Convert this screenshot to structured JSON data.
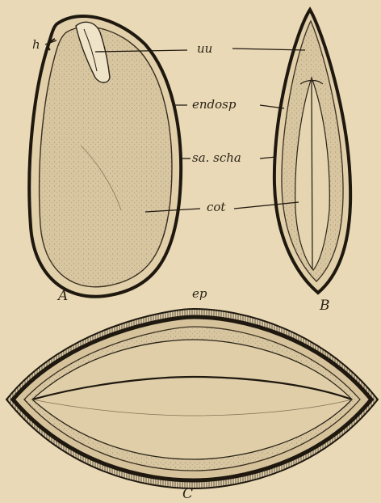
{
  "labels": {
    "h": "h",
    "uu": "uu",
    "endosp": "endosp",
    "sa_scha": "sa. scha",
    "cot": "cot",
    "A": "A",
    "B": "B",
    "ep": "ep",
    "C": "C"
  },
  "colors": {
    "paper": "#ead9b6",
    "ink": "#2a2418",
    "fill": "#d9c7a2"
  }
}
